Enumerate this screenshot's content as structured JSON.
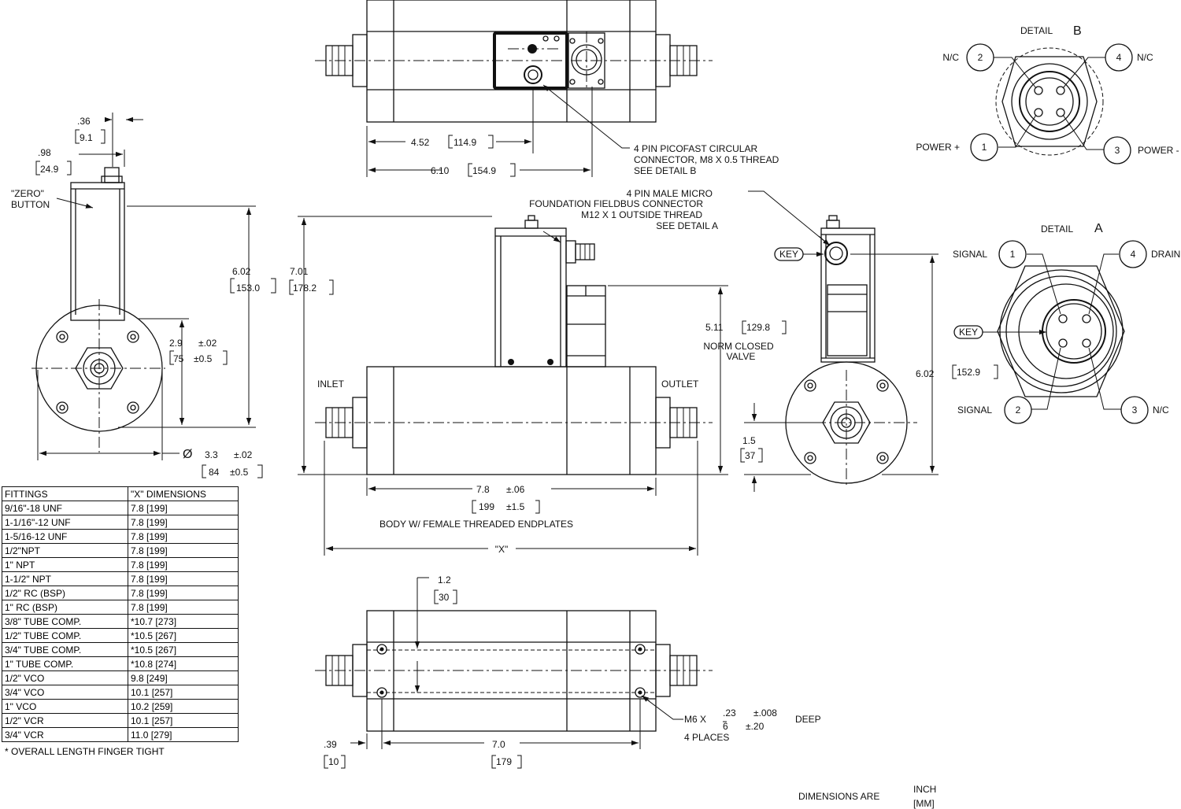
{
  "left_view": {
    "dim_036": ".36",
    "dim_91": "9.1",
    "dim_098": ".98",
    "dim_249": "24.9",
    "zero_button_1": "\"ZERO\"",
    "zero_button_2": "BUTTON",
    "dim_602": "6.02",
    "dim_1530": "153.0",
    "dim_29": "2.9",
    "tol_02": "±.02",
    "dim_75": "75",
    "tol_05": "±0.5",
    "diameter_symbol": "Ø",
    "dim_33": "3.3",
    "tol_02b": "±.02",
    "dim_84": "84",
    "tol_05b": "±0.5"
  },
  "top_view": {
    "dim_452": "4.52",
    "dim_1149": "114.9",
    "dim_610": "6.10",
    "dim_1549": "154.9",
    "connector_note": [
      "4 PIN PICOFAST CIRCULAR",
      "CONNECTOR, M8 X 0.5 THREAD",
      "SEE DETAIL B"
    ]
  },
  "front_view": {
    "fieldbus_note": [
      "4 PIN MALE MICRO",
      "FOUNDATION FIELDBUS CONNECTOR",
      "M12 X 1 OUTSIDE THREAD",
      "SEE DETAIL A"
    ],
    "dim_701": "7.01",
    "dim_1782": "178.2",
    "dim_511": "5.11",
    "dim_1298": "129.8",
    "valve_label": [
      "NORM CLOSED",
      "VALVE"
    ],
    "inlet": "INLET",
    "outlet": "OUTLET",
    "dim_78": "7.8",
    "tol_06": "±.06",
    "dim_199": "199",
    "tol_15": "±1.5",
    "body_note": "BODY W/ FEMALE THREADED ENDPLATES",
    "x_dim": "\"X\""
  },
  "right_view": {
    "key": "KEY",
    "dim_602": "6.02",
    "dim_1529": "152.9",
    "dim_15": "1.5",
    "dim_37": "37"
  },
  "bottom_view": {
    "dim_12": "1.2",
    "dim_30": "30",
    "dim_039": ".39",
    "dim_10": "10",
    "dim_70": "7.0",
    "dim_179": "179",
    "m6": "M6 X",
    "dim_023": ".23",
    "tol_008": "±.008",
    "dim_6": "6",
    "tol_20": "±.20",
    "deep": "DEEP",
    "places": "4 PLACES"
  },
  "detail_b": {
    "title": "DETAIL",
    "letter": "B",
    "pins": [
      {
        "num": "2",
        "label": "N/C"
      },
      {
        "num": "4",
        "label": "N/C"
      },
      {
        "num": "1",
        "label": "POWER +"
      },
      {
        "num": "3",
        "label": "POWER -"
      }
    ]
  },
  "detail_a": {
    "title": "DETAIL",
    "letter": "A",
    "key": "KEY",
    "pins": [
      {
        "num": "1",
        "label": "SIGNAL"
      },
      {
        "num": "4",
        "label": "DRAIN"
      },
      {
        "num": "2",
        "label": "SIGNAL"
      },
      {
        "num": "3",
        "label": "N/C"
      }
    ]
  },
  "fittings_table": {
    "headers": [
      "FITTINGS",
      "\"X\" DIMENSIONS"
    ],
    "rows": [
      [
        "9/16\"-18 UNF",
        "7.8 [199]"
      ],
      [
        "1-1/16\"-12 UNF",
        "7.8 [199]"
      ],
      [
        "1-5/16-12 UNF",
        "7.8 [199]"
      ],
      [
        "1/2\"NPT",
        "7.8 [199]"
      ],
      [
        "1\" NPT",
        "7.8 [199]"
      ],
      [
        "1-1/2\" NPT",
        "7.8 [199]"
      ],
      [
        "1/2\" RC (BSP)",
        "7.8 [199]"
      ],
      [
        "1\" RC (BSP)",
        "7.8 [199]"
      ],
      [
        "3/8\" TUBE COMP.",
        "*10.7 [273]"
      ],
      [
        "1/2\" TUBE COMP.",
        "*10.5 [267]"
      ],
      [
        "3/4\" TUBE COMP.",
        "*10.5 [267]"
      ],
      [
        "1\" TUBE COMP.",
        "*10.8 [274]"
      ],
      [
        "1/2\" VCO",
        "9.8 [249]"
      ],
      [
        "3/4\" VCO",
        "10.1 [257]"
      ],
      [
        "1\" VCO",
        "10.2 [259]"
      ],
      [
        "1/2\" VCR",
        "10.1 [257]"
      ],
      [
        "3/4\" VCR",
        "11.0 [279]"
      ]
    ],
    "note": "* OVERALL LENGTH FINGER TIGHT"
  },
  "units_note": {
    "label": "DIMENSIONS ARE",
    "inch": "INCH",
    "mm": "[MM]"
  }
}
